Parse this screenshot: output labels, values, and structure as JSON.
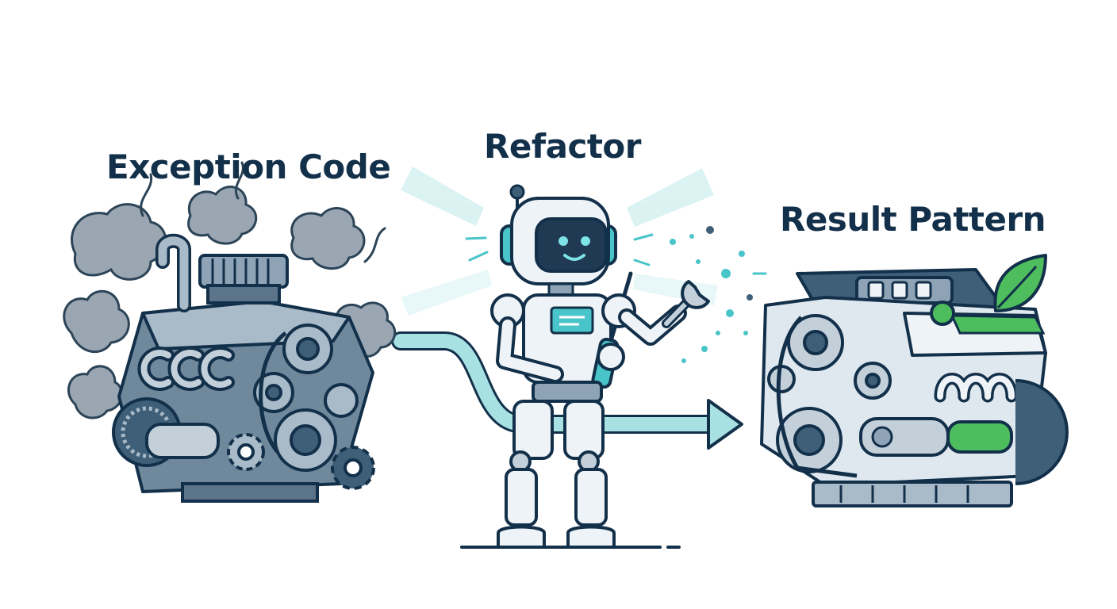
{
  "labels": {
    "left": "Exception Code",
    "middle": "Refactor",
    "right": "Result Pattern"
  },
  "icons": {
    "left": "smoking-engine-icon",
    "middle": "robot-mechanic-icon",
    "right": "clean-engine-icon",
    "flow": "flow-arrow-icon",
    "leaf": "leaf-icon"
  },
  "colors": {
    "navy": "#13304a",
    "slate": "#3f5f78",
    "steel": "#8ea4b6",
    "smoke": "#9aa7b2",
    "teal": "#49c5c9",
    "teal_light": "#bfe9ea",
    "green": "#4dbd5e"
  }
}
